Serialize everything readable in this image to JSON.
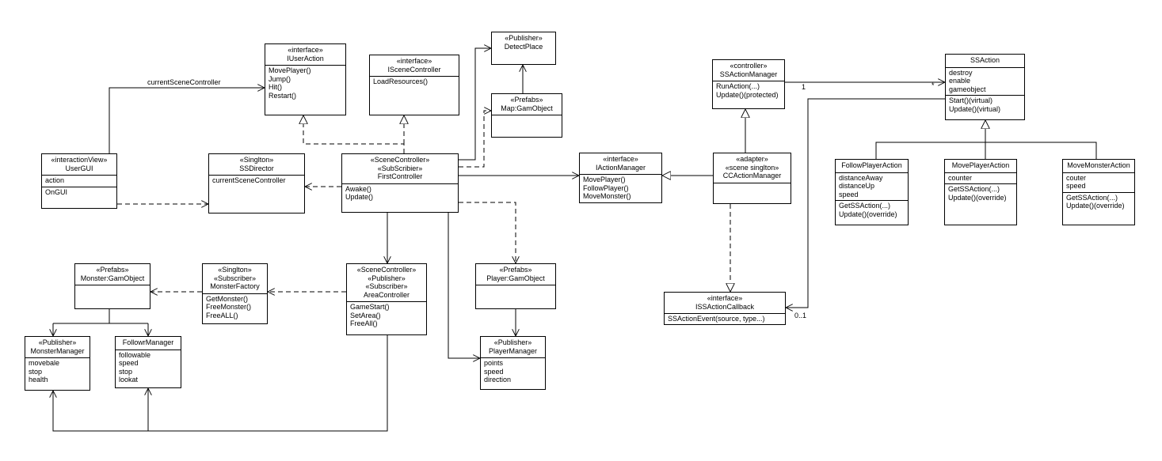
{
  "classes": {
    "iuseraction": {
      "stereotypes": [
        "«interface»"
      ],
      "name": "IUserAction",
      "attributes": [],
      "operations": [
        "MovePlayer()",
        "Jump()",
        "Hit()",
        "Restart()"
      ]
    },
    "iscenecontroller": {
      "stereotypes": [
        "«interface»"
      ],
      "name": "ISceneController",
      "attributes": [],
      "operations": [
        "LoadResources()"
      ]
    },
    "detectplace": {
      "stereotypes": [
        "«Publisher»"
      ],
      "name": "DetectPlace",
      "attributes": [],
      "operations": []
    },
    "map": {
      "stereotypes": [
        "«Prefabs»"
      ],
      "name": "Map:GamObject",
      "attributes": [],
      "operations": []
    },
    "usergui": {
      "stereotypes": [
        "«interactionView»"
      ],
      "name": "UserGUI",
      "attributes": [
        "action"
      ],
      "operations": [
        "OnGUI"
      ]
    },
    "ssdirector": {
      "stereotypes": [
        "«Singlton»"
      ],
      "name": "SSDirector",
      "attributes": [
        "currentSceneController"
      ],
      "operations": []
    },
    "firstcontroller": {
      "stereotypes": [
        "«SceneController»",
        "«SubScribier»"
      ],
      "name": "FirstController",
      "attributes": [],
      "operations": [
        "Awake()",
        "Update()"
      ]
    },
    "iactionmanager": {
      "stereotypes": [
        "«interface»"
      ],
      "name": "IActionManager",
      "attributes": [],
      "operations": [
        "MovePlayer()",
        "FollowPlayer()",
        "MoveMonster()"
      ]
    },
    "ssactionmanager": {
      "stereotypes": [
        "«controller»"
      ],
      "name": "SSActionManager",
      "attributes": [],
      "operations": [
        "RunAction(...)",
        "Update()(protected)"
      ]
    },
    "ccactionmanager": {
      "stereotypes": [
        "«adapter»",
        "«scene singlton»"
      ],
      "name": "CCActionManager",
      "attributes": [],
      "operations": []
    },
    "ssaction": {
      "stereotypes": [],
      "name": "SSAction",
      "attributes": [
        "destroy",
        "enable",
        "gameobject"
      ],
      "operations": [
        "Start()(virtual)",
        "Update()(virtual)"
      ]
    },
    "followplayeraction": {
      "stereotypes": [],
      "name": "FollowPlayerAction",
      "attributes": [
        "distanceAway",
        "distanceUp",
        "speed"
      ],
      "operations": [
        "GetSSAction(...)",
        "Update()(override)"
      ]
    },
    "moveplayeraction": {
      "stereotypes": [],
      "name": "MovePlayerAction",
      "attributes": [
        "counter"
      ],
      "operations": [
        "GetSSAction(...)",
        "Update()(override)"
      ]
    },
    "movemonsteraction": {
      "stereotypes": [],
      "name": "MoveMonsterAction",
      "attributes": [
        "couter",
        "speed"
      ],
      "operations": [
        "GetSSAction(...)",
        "Update()(override)"
      ]
    },
    "issactioncallback": {
      "stereotypes": [
        "«interface»"
      ],
      "name": "ISSActionCallback",
      "attributes": [],
      "operations": [
        "SSActionEvent(source, type...)"
      ]
    },
    "monstergamobject": {
      "stereotypes": [
        "«Prefabs»"
      ],
      "name": "Monster:GamObject",
      "attributes": [],
      "operations": []
    },
    "monsterfactory": {
      "stereotypes": [
        "«Singlton»",
        "«Subscriber»"
      ],
      "name": "MonsterFactory",
      "attributes": [],
      "operations": [
        "GetMonster()",
        "FreeMonster()",
        "FreeALL()"
      ]
    },
    "areacontroller": {
      "stereotypes": [
        "«SceneController»",
        "«Publisher»",
        "«Subscriber»"
      ],
      "name": "AreaController",
      "attributes": [],
      "operations": [
        "GameStart()",
        "SetArea()",
        "FreeAll()"
      ]
    },
    "playergamobject": {
      "stereotypes": [
        "«Prefabs»"
      ],
      "name": "Player:GamObject",
      "attributes": [],
      "operations": []
    },
    "monstermanager": {
      "stereotypes": [
        "«Publisher»"
      ],
      "name": "MonsterManager",
      "attributes": [
        "movebale",
        "stop",
        "health"
      ],
      "operations": []
    },
    "followrmanager": {
      "stereotypes": [],
      "name": "FollowrManager",
      "attributes": [
        "followable",
        "speed",
        "stop",
        "lookat"
      ],
      "operations": []
    },
    "playermanager": {
      "stereotypes": [
        "«Publisher»"
      ],
      "name": "PlayerManager",
      "attributes": [
        "points",
        "speed",
        "direction"
      ],
      "operations": []
    }
  },
  "labels": {
    "current_scene_controller": "currentSceneController",
    "mult_one": "1",
    "mult_many": "*",
    "mult_zero_one": "0..1"
  }
}
